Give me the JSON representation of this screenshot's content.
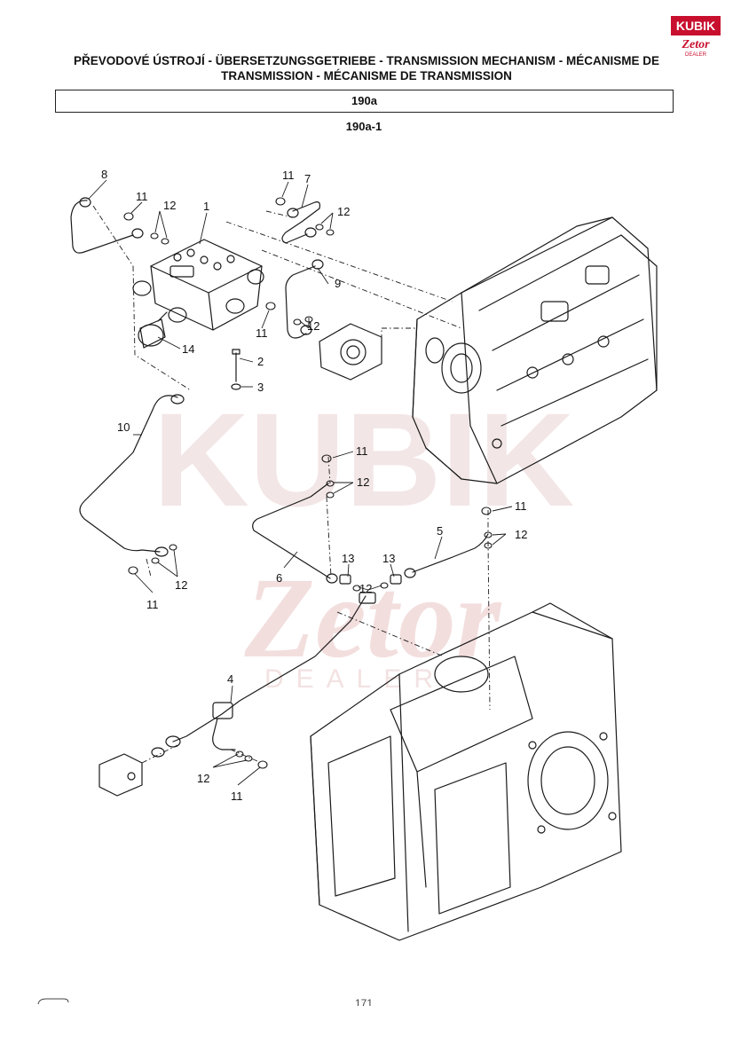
{
  "header": {
    "logo_text_top": "KUBIK",
    "logo_text_bottom": "Zetor",
    "logo_text_small": "DEALER",
    "title": "PŘEVODOVÉ ÚSTROJÍ - ÜBERSETZUNGSGETRIEBE - TRANSMISSION MECHANISM - MÉCANISME DE TRANSMISSION - MÉCANISME DE TRANSMISSION",
    "section_code": "190a",
    "figure_code": "190a-1"
  },
  "watermark": {
    "text_top": "KUBIK",
    "text_mid": "Zetor",
    "text_bottom": "DEALER",
    "color": "#d9a0a0"
  },
  "callouts": [
    {
      "id": "c8",
      "label": "8"
    },
    {
      "id": "c11a",
      "label": "11"
    },
    {
      "id": "c12a",
      "label": "12"
    },
    {
      "id": "c1",
      "label": "1"
    },
    {
      "id": "c11b",
      "label": "11"
    },
    {
      "id": "c7",
      "label": "7"
    },
    {
      "id": "c12b",
      "label": "12"
    },
    {
      "id": "c9",
      "label": "9"
    },
    {
      "id": "c12c",
      "label": "12"
    },
    {
      "id": "c11c",
      "label": "11"
    },
    {
      "id": "c14",
      "label": "14"
    },
    {
      "id": "c2",
      "label": "2"
    },
    {
      "id": "c3",
      "label": "3"
    },
    {
      "id": "c10",
      "label": "10"
    },
    {
      "id": "c11d",
      "label": "11"
    },
    {
      "id": "c12d",
      "label": "12"
    },
    {
      "id": "c11e",
      "label": "11"
    },
    {
      "id": "c5",
      "label": "5"
    },
    {
      "id": "c12e",
      "label": "12"
    },
    {
      "id": "c13a",
      "label": "13"
    },
    {
      "id": "c12f",
      "label": "12"
    },
    {
      "id": "c13b",
      "label": "13"
    },
    {
      "id": "c6",
      "label": "6"
    },
    {
      "id": "c12g",
      "label": "12"
    },
    {
      "id": "c11f",
      "label": "11"
    },
    {
      "id": "c4",
      "label": "4"
    },
    {
      "id": "c12h",
      "label": "12"
    },
    {
      "id": "c11g",
      "label": "11"
    }
  ],
  "footer": {
    "page_number": "171"
  },
  "colors": {
    "logo_red": "#c8102e",
    "line": "#1a1a1a"
  }
}
